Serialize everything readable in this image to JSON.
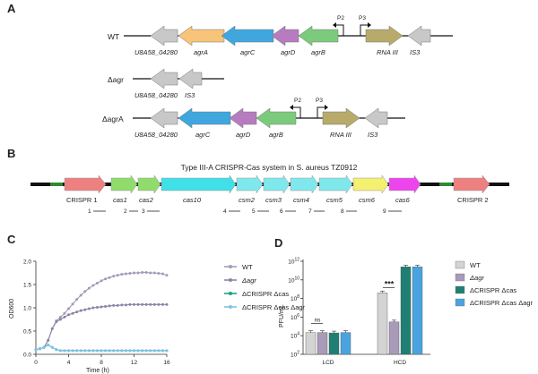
{
  "panels": [
    "A",
    "B",
    "C",
    "D"
  ],
  "panel_a": {
    "strains": [
      "WT",
      "Δagr",
      "ΔagrA"
    ],
    "genes_wt": [
      "U8A58_04280",
      "agrA",
      "agrC",
      "agrD",
      "agrB",
      "RNA III",
      "IS3"
    ],
    "genes_dagr": [
      "U8A58_04280",
      "IS3"
    ],
    "genes_dagra": [
      "U8A58_04280",
      "agrC",
      "agrD",
      "agrB",
      "RNA III",
      "IS3"
    ],
    "promoters": [
      "P2",
      "P3"
    ],
    "colors": {
      "grey": "#c8c8c8",
      "agrA": "#f7c47a",
      "agrC": "#3fa7de",
      "agrD": "#b77bc0",
      "agrB": "#7ccb7c",
      "rna3": "#b8aa6a"
    }
  },
  "panel_b": {
    "title": "Type III-A CRISPR-Cas system in S. aureus TZ0912",
    "genes": [
      "CRISPR 1",
      "cas1",
      "cas2",
      "cas10",
      "csm2",
      "csm3",
      "csm4",
      "csm5",
      "csm6",
      "cas6",
      "CRISPR 2"
    ],
    "fragments": [
      "1",
      "2",
      "3",
      "4",
      "5",
      "6",
      "7",
      "8",
      "9"
    ],
    "colors": {
      "crispr": "#ee8080",
      "cas12": "#8fdc6a",
      "cas10": "#3fe0e8",
      "csm": "#7fe8ec",
      "csm6": "#f4f070",
      "cas6": "#ee44ee",
      "spacer": "#2f8a2f"
    }
  },
  "chart_data": [
    {
      "type": "line",
      "title": "",
      "xlabel": "Time (h)",
      "ylabel": "OD600",
      "xlim": [
        0,
        16
      ],
      "ylim": [
        0,
        2.0
      ],
      "xticks": [
        0,
        4,
        8,
        12,
        16
      ],
      "yticks": [
        0,
        0.5,
        1.0,
        1.5,
        2.0
      ],
      "x": [
        0,
        0.5,
        1,
        1.5,
        2,
        2.5,
        3,
        3.5,
        4,
        4.5,
        5,
        5.5,
        6,
        6.5,
        7,
        7.5,
        8,
        8.5,
        9,
        9.5,
        10,
        10.5,
        11,
        11.5,
        12,
        12.5,
        13,
        13.5,
        14,
        14.5,
        15,
        15.5,
        16
      ],
      "series": [
        {
          "name": "WT",
          "color": "#a69ab8",
          "values": [
            0.1,
            0.12,
            0.15,
            0.3,
            0.55,
            0.72,
            0.8,
            0.88,
            0.98,
            1.08,
            1.18,
            1.27,
            1.35,
            1.42,
            1.48,
            1.53,
            1.58,
            1.62,
            1.65,
            1.68,
            1.7,
            1.72,
            1.73,
            1.74,
            1.75,
            1.75,
            1.76,
            1.76,
            1.75,
            1.75,
            1.74,
            1.73,
            1.7
          ]
        },
        {
          "name": "Δagr",
          "color": "#8f83a6",
          "values": [
            0.1,
            0.12,
            0.15,
            0.3,
            0.55,
            0.7,
            0.75,
            0.8,
            0.85,
            0.88,
            0.91,
            0.94,
            0.96,
            0.98,
            1.0,
            1.01,
            1.02,
            1.03,
            1.04,
            1.05,
            1.05,
            1.06,
            1.06,
            1.07,
            1.07,
            1.07,
            1.07,
            1.07,
            1.07,
            1.07,
            1.07,
            1.07,
            1.07
          ]
        },
        {
          "name": "ΔCRISPR Δcas",
          "color": "#1f9e89",
          "values": [
            0.1,
            0.12,
            0.15,
            0.2,
            0.15,
            0.1,
            0.08,
            0.08,
            0.08,
            0.08,
            0.08,
            0.08,
            0.08,
            0.08,
            0.08,
            0.08,
            0.08,
            0.08,
            0.08,
            0.08,
            0.08,
            0.08,
            0.08,
            0.08,
            0.08,
            0.08,
            0.08,
            0.08,
            0.08,
            0.08,
            0.08,
            0.08,
            0.08
          ]
        },
        {
          "name": "ΔCRISPR Δcas Δagr",
          "color": "#7ec3e6",
          "values": [
            0.1,
            0.12,
            0.15,
            0.2,
            0.15,
            0.1,
            0.08,
            0.08,
            0.08,
            0.08,
            0.08,
            0.08,
            0.08,
            0.08,
            0.08,
            0.08,
            0.08,
            0.08,
            0.08,
            0.08,
            0.08,
            0.08,
            0.08,
            0.08,
            0.08,
            0.08,
            0.08,
            0.08,
            0.08,
            0.08,
            0.08,
            0.08,
            0.08
          ]
        }
      ]
    },
    {
      "type": "bar",
      "title": "",
      "xlabel": "",
      "ylabel": "PFU/mL",
      "yscale": "log",
      "ylim_exp": [
        2,
        12
      ],
      "yticks_exp": [
        2,
        4,
        6,
        8,
        10,
        12
      ],
      "categories": [
        "LCD",
        "HCD"
      ],
      "series": [
        {
          "name": "WT",
          "color": "#d3d3d3",
          "values": [
            22000.0,
            400000000.0
          ]
        },
        {
          "name": "Δagr",
          "color": "#a89ab8",
          "values": [
            22000.0,
            300000.0
          ]
        },
        {
          "name": "ΔCRISPR Δcas",
          "color": "#1f7f73",
          "values": [
            20000.0,
            250000000000.0
          ]
        },
        {
          "name": "ΔCRISPR Δcas Δagr",
          "color": "#4aa3df",
          "values": [
            22000.0,
            250000000000.0
          ]
        }
      ],
      "annotations": [
        "ns",
        "***"
      ]
    }
  ]
}
